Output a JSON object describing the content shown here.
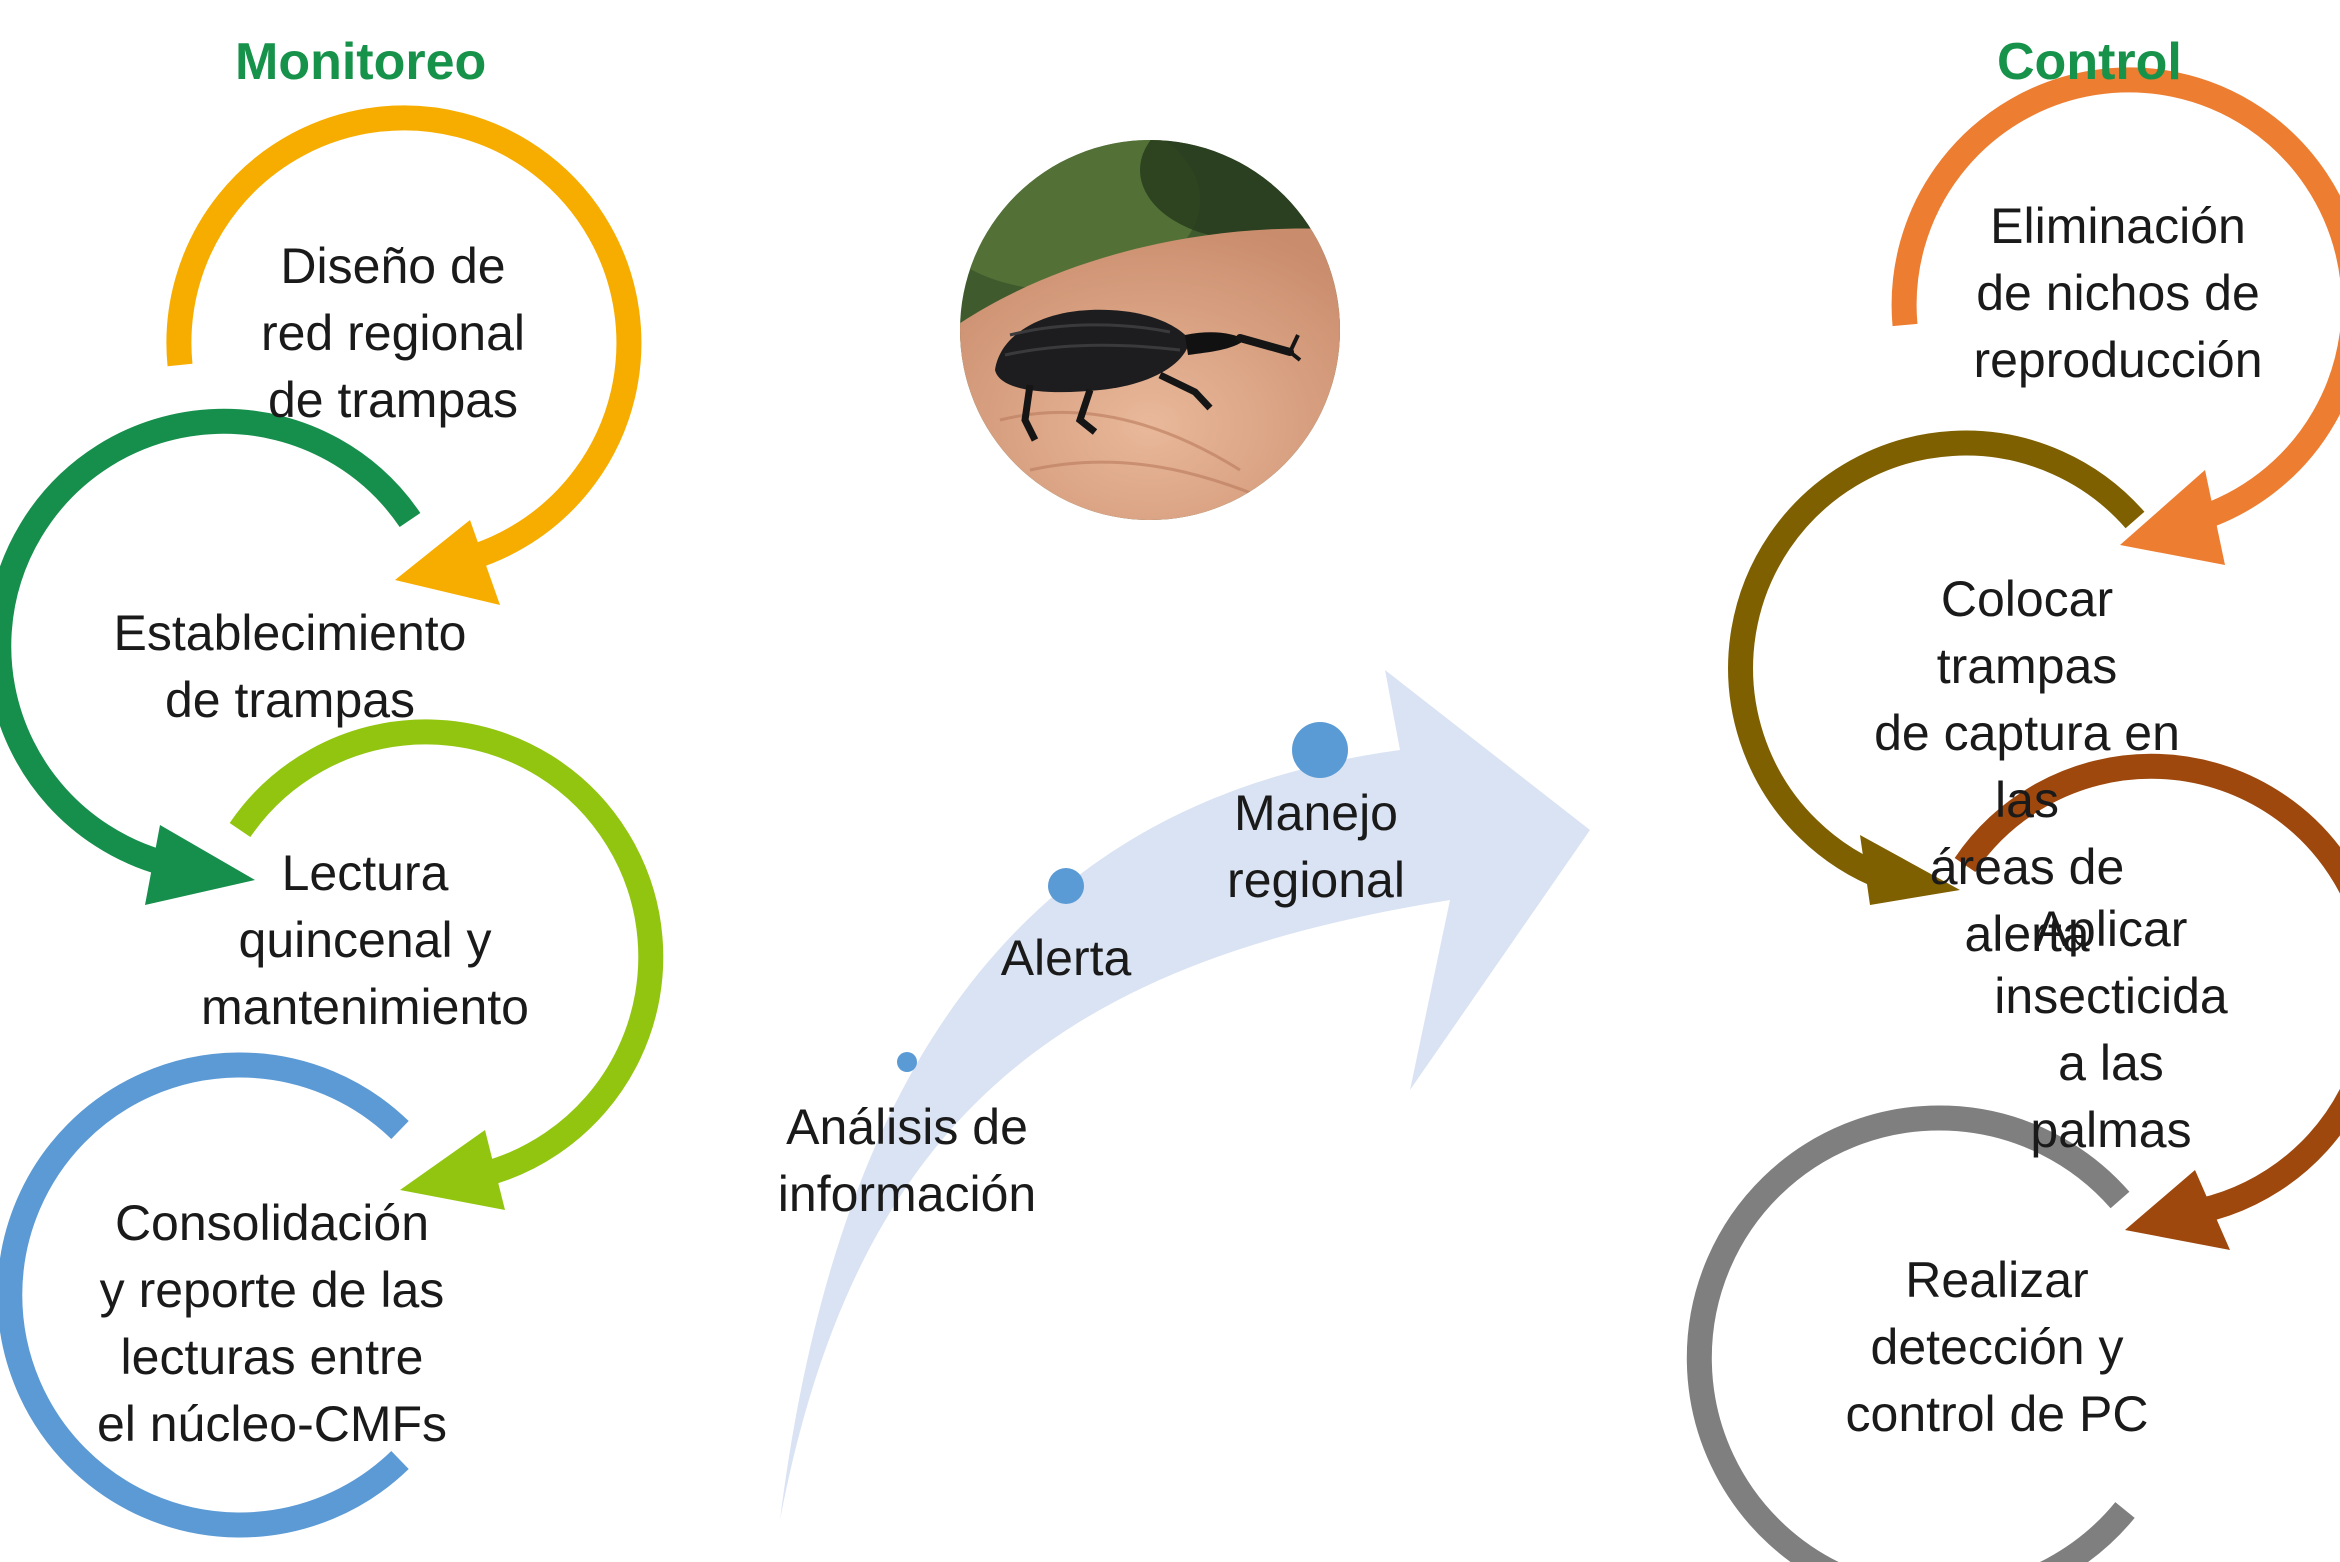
{
  "headings": {
    "monitoring": "Monitoreo",
    "control": "Control"
  },
  "monitoring_steps": [
    {
      "lines": [
        "Diseño de",
        "red regional",
        "de trampas"
      ],
      "color": "#f7ad00"
    },
    {
      "lines": [
        "Establecimiento",
        "de trampas"
      ],
      "color": "#168f4c"
    },
    {
      "lines": [
        "Lectura",
        "quincenal y",
        "mantenimiento"
      ],
      "color": "#92c510"
    },
    {
      "lines": [
        "Consolidación",
        "y reporte de las",
        "lecturas entre",
        "el núcleo-CMFs"
      ],
      "color": "#5b9ad5"
    }
  ],
  "progression": [
    {
      "lines": [
        "Análisis de",
        "información"
      ]
    },
    {
      "lines": [
        "Alerta"
      ]
    },
    {
      "lines": [
        "Manejo",
        "regional"
      ]
    }
  ],
  "progression_colors": {
    "arrow": "#dae3f3",
    "dot": "#5b9bd5"
  },
  "control_steps": [
    {
      "lines": [
        "Eliminación",
        "de nichos de",
        "reproducción"
      ],
      "color": "#ed7d31"
    },
    {
      "lines": [
        "Colocar trampas",
        "de captura en las",
        "áreas de alerta"
      ],
      "color": "#7f6000"
    },
    {
      "lines": [
        "Aplicar",
        "insecticida",
        "a las palmas"
      ],
      "color": "#9e480e"
    },
    {
      "lines": [
        "Realizar",
        "detección y",
        "control de PC"
      ],
      "color": "#7f7f7f"
    }
  ],
  "photo": {
    "icon": "weevil-on-hand-photo"
  }
}
